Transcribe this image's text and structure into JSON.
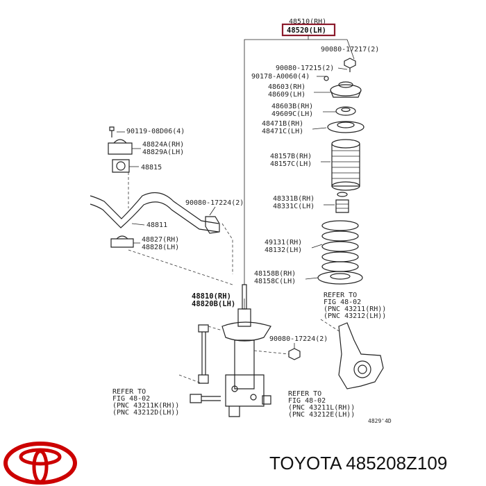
{
  "header_part": {
    "rh": "48510(RH)",
    "lh": "48520(LH)",
    "highlight_color": "#8b1a2b"
  },
  "labels": {
    "l1": "90080-17217(2)",
    "l2": "90080-17215(2)",
    "l3": "90178-A0060(4)",
    "l4a": "48603(RH)",
    "l4b": "48609(LH)",
    "l5a": "48603B(RH)",
    "l5b": "49609C(LH)",
    "l6a": "48471B(RH)",
    "l6b": "48471C(LH)",
    "l7a": "48157B(RH)",
    "l7b": "48157C(LH)",
    "l8a": "48331B(RH)",
    "l8b": "48331C(LH)",
    "l9a": "49131(RH)",
    "l9b": "48132(LH)",
    "l10a": "48158B(RH)",
    "l10b": "48158C(LH)",
    "l11": "90119-08D06(4)",
    "l12a": "48824A(RH)",
    "l12b": "48829A(LH)",
    "l13": "48815",
    "l14": "90080-17224(2)",
    "l15": "48811",
    "l16a": "48827(RH)",
    "l16b": "48828(LH)",
    "l17a": "48810(RH)",
    "l17b": "48820B(LH)",
    "l18": "90080-17224(2)"
  },
  "refer_right": [
    "REFER TO",
    "FIG 48-02",
    "(PNC 43211(RH))",
    "(PNC 43212(LH))"
  ],
  "refer_left": [
    "REFER TO",
    "FIG 48-02",
    "(PNC 43211K(RH))",
    "(PNC 43212D(LH))"
  ],
  "refer_bottom": [
    "REFER TO",
    "FIG 48-02",
    "(PNC 43211L(RH))",
    "(PNC 43212E(LH))"
  ],
  "fig_code": "4829'4D",
  "brand_text": "TOYOTA 485208Z109",
  "logo_color": "#cc0000"
}
